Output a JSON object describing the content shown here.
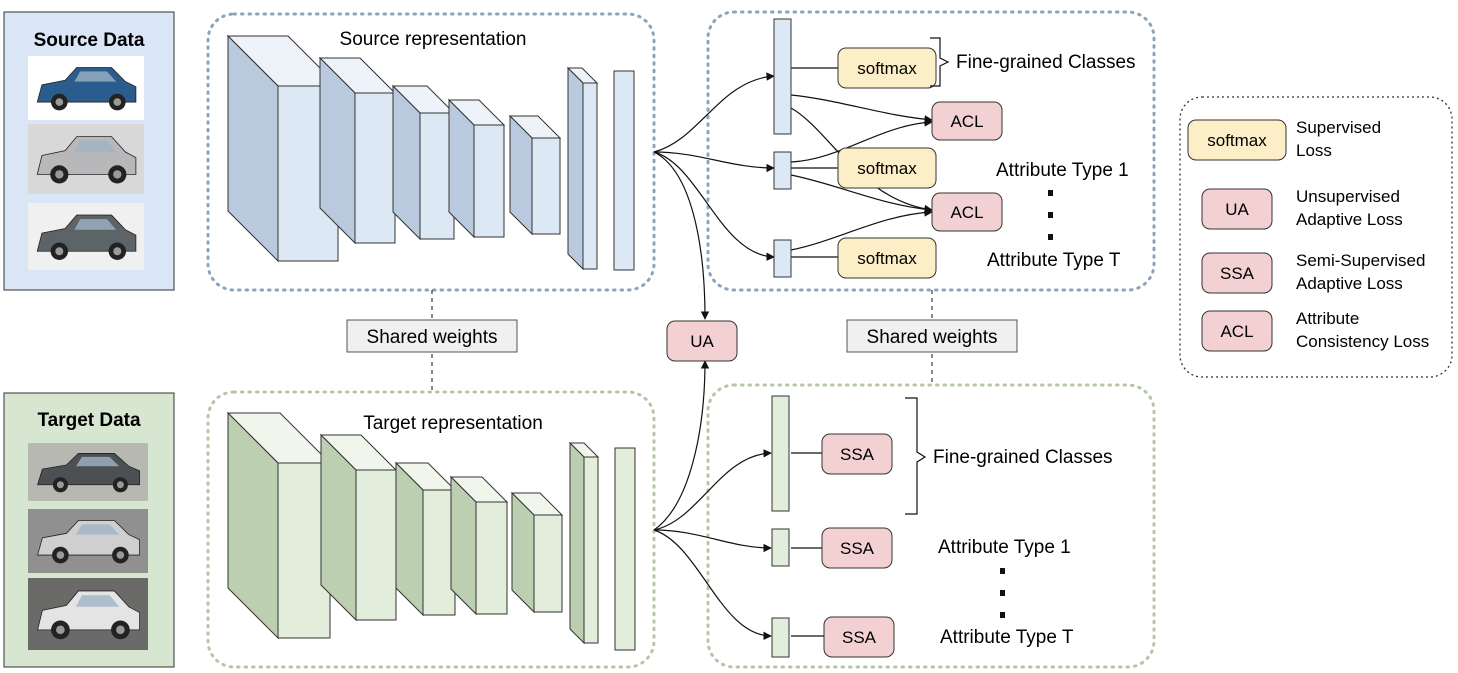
{
  "source_panel": {
    "title": "Source Data",
    "fill": "#dae6f5",
    "images": [
      {
        "name": "blue-hatchback-photo",
        "body": "#2b5c8e",
        "bg": "#ffffff"
      },
      {
        "name": "silver-sedan-photo",
        "body": "#b8b8ba",
        "bg": "#d8d8d8"
      },
      {
        "name": "grey-sedan-rear-photo",
        "body": "#5d6468",
        "bg": "#f0f0f0"
      }
    ]
  },
  "target_panel": {
    "title": "Target Data",
    "fill": "#d7e6d1",
    "images": [
      {
        "name": "dark-sedan-photo",
        "body": "#4c5053",
        "bg": "#b8b8b2"
      },
      {
        "name": "white-sedan-photo",
        "body": "#cfcfcf",
        "bg": "#909090"
      },
      {
        "name": "white-sedan-top-photo",
        "body": "#e4e4e4",
        "bg": "#6a6a68"
      }
    ]
  },
  "source_network": {
    "label": "Source representation",
    "face": "#dde8f5",
    "side": "#b9cadf",
    "top": "#eef3fa"
  },
  "target_network": {
    "label": "Target representation",
    "face": "#e2eddb",
    "side": "#bccfb1",
    "top": "#f0f6eb"
  },
  "shared_weights": [
    "Shared weights",
    "Shared weights"
  ],
  "ua_label": "UA",
  "source_heads": {
    "softmax": [
      "softmax",
      "softmax",
      "softmax"
    ],
    "acl": [
      "ACL",
      "ACL"
    ],
    "fine_grained": "Fine-grained Classes",
    "attr_first": "Attribute Type 1",
    "attr_last": "Attribute Type T"
  },
  "target_heads": {
    "ssa": [
      "SSA",
      "SSA",
      "SSA"
    ],
    "fine_grained": "Fine-grained Classes",
    "attr_first": "Attribute Type 1",
    "attr_last": "Attribute Type T"
  },
  "legend": [
    {
      "box": "softmax",
      "line1": "Supervised",
      "line2": "Loss",
      "fill": "#fcefc7"
    },
    {
      "box": "UA",
      "line1": "Unsupervised",
      "line2": "Adaptive Loss",
      "fill": "#f3d1d3"
    },
    {
      "box": "SSA",
      "line1": "Semi-Supervised",
      "line2": "Adaptive Loss",
      "fill": "#f3d1d3"
    },
    {
      "box": "ACL",
      "line1": "Attribute",
      "line2": "Consistency Loss",
      "fill": "#f3d1d3"
    }
  ],
  "colors": {
    "softmax_fill": "#fcefc7",
    "loss_fill": "#f3d1d3",
    "source_fc": "#dde8f5",
    "target_fc": "#e2eddb",
    "shared_fill": "#f0f0f0",
    "source_dots": "#8ca3bd",
    "target_dots": "#b4c6a8"
  }
}
